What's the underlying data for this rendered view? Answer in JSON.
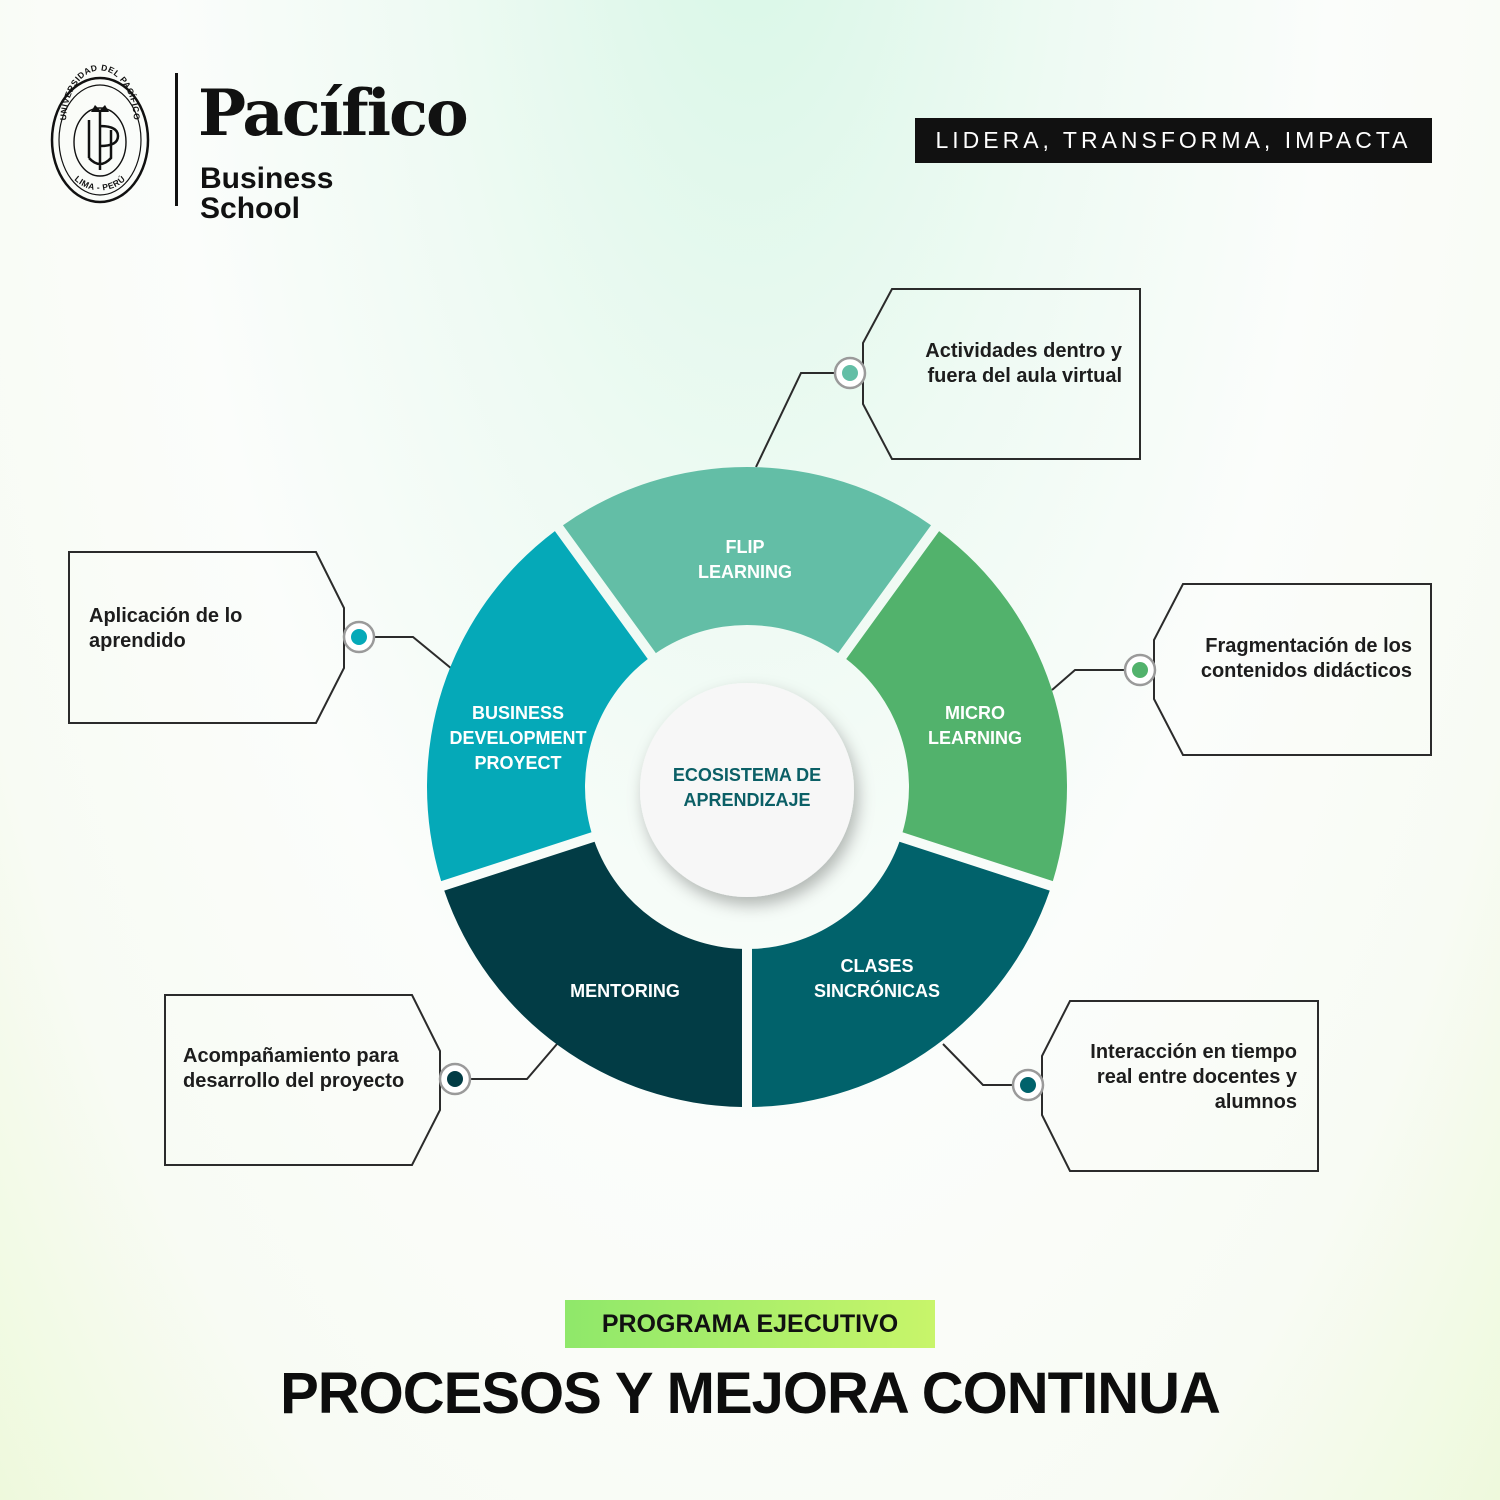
{
  "header": {
    "seal_text_top": "UNIVERSIDAD DEL PACÍFICO",
    "seal_text_bottom": "LIMA - PERÚ",
    "brand_name": "Pacífico",
    "brand_sub": "Business School",
    "tagline": "LIDERA, TRANSFORMA, IMPACTA"
  },
  "diagram": {
    "center_label_lines": [
      "ECOSISTEMA DE",
      "APRENDIZAJE"
    ],
    "segments": [
      {
        "id": "flip",
        "label_lines": [
          "FLIP",
          "LEARNING"
        ],
        "color": "#63bea6"
      },
      {
        "id": "micro",
        "label_lines": [
          "MICRO",
          "LEARNING"
        ],
        "color": "#52b26c"
      },
      {
        "id": "clases",
        "label_lines": [
          "CLASES",
          "SINCRÓNICAS"
        ],
        "color": "#01626b"
      },
      {
        "id": "mentoring",
        "label_lines": [
          "MENTORING"
        ],
        "color": "#023c45"
      },
      {
        "id": "bdp",
        "label_lines": [
          "BUSINESS",
          "DEVELOPMENT",
          "PROYECT"
        ],
        "color": "#05a9b8"
      }
    ],
    "callouts": {
      "flip": "Actividades dentro y fuera del aula virtual",
      "micro": "Fragmentación de los contenidos didácticos",
      "clases": "Interacción en tiempo real entre docentes y alumnos",
      "mentoring": "Acompañamiento para desarrollo del proyecto",
      "bdp": "Aplicación de lo aprendido"
    }
  },
  "footer": {
    "program_label": "PROGRAMA EJECUTIVO",
    "course_title": "PROCESOS Y MEJORA CONTINUA"
  }
}
